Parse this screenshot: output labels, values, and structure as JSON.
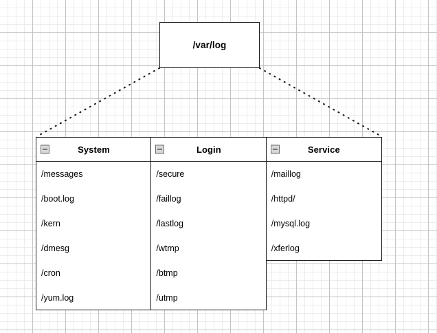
{
  "diagram": {
    "type": "tree-diagram",
    "root": {
      "label": "/var/log"
    },
    "edge_style": "dotted",
    "columns": [
      {
        "id": "system",
        "header": "System",
        "collapse_icon": "minus-box-icon",
        "items": [
          "/messages",
          "/boot.log",
          "/kern",
          "/dmesg",
          "/cron",
          "/yum.log"
        ]
      },
      {
        "id": "login",
        "header": "Login",
        "collapse_icon": "minus-box-icon",
        "items": [
          "/secure",
          "/faillog",
          "/lastlog",
          "/wtmp",
          "/btmp",
          "/utmp"
        ]
      },
      {
        "id": "service",
        "header": "Service",
        "collapse_icon": "minus-box-icon",
        "items": [
          "/maillog",
          "/httpd/",
          "/mysql.log",
          "/xferlog"
        ]
      }
    ],
    "colors": {
      "node_border": "#1a1a1a",
      "node_fill": "#ffffff",
      "text": "#000000",
      "grid_minor": "#ebebeb",
      "grid_major": "#bebebe",
      "edge": "#1a1a1a",
      "icon_fill": "#d8d8d8",
      "icon_border": "#6b6b6b"
    }
  }
}
